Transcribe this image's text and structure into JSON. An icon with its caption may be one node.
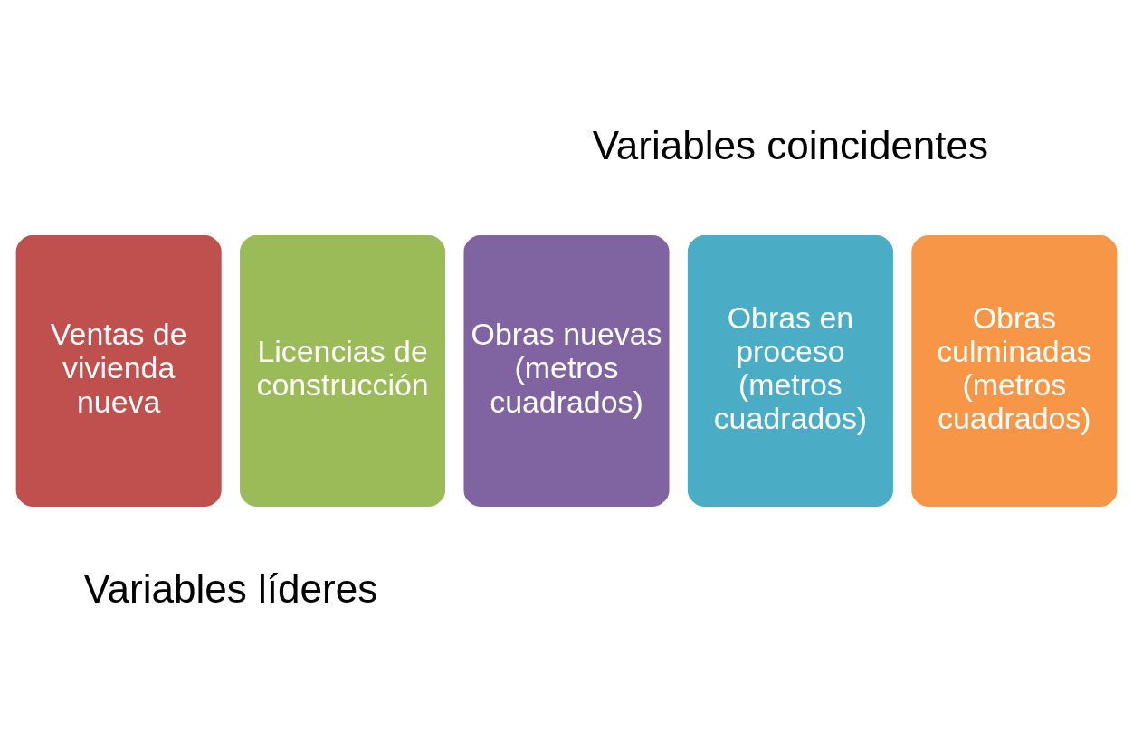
{
  "diagram": {
    "nodes": [
      {
        "text": [
          "Ventas de vivienda nueva"
        ]
      },
      {
        "text": [
          "Licencias de construcción"
        ]
      },
      {
        "text": [
          "Obras nuevas (metros cuadrados)"
        ]
      },
      {
        "text": [
          "Obras en proceso (metros cuadrados)"
        ]
      },
      {
        "text": [
          "Obras culminadas (metros cuadrados)"
        ]
      }
    ],
    "labels": [
      "Variables coincidentes",
      "Variables líderes"
    ]
  }
}
